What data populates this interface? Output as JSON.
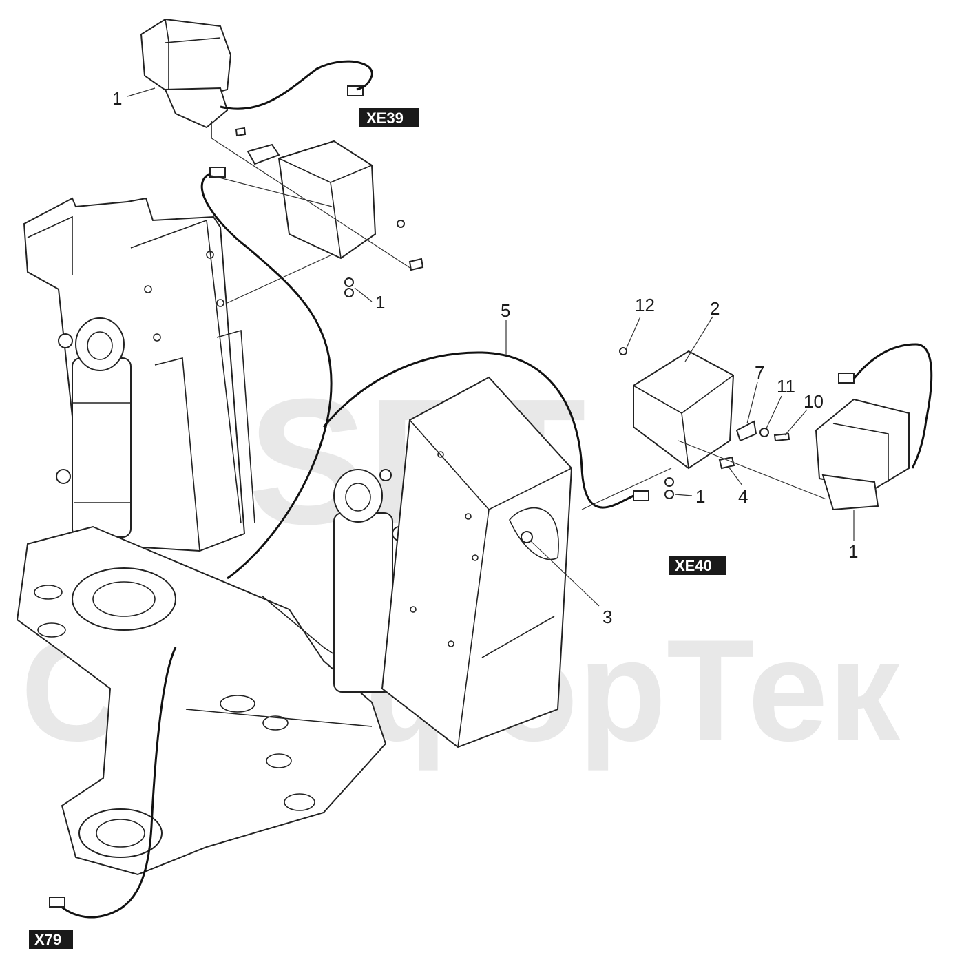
{
  "watermark": {
    "brand": "SFT",
    "company": "СканфорТек"
  },
  "connectors": {
    "xe39": "XE39",
    "xe40": "XE40",
    "x79": "X79"
  },
  "callouts": {
    "c1_top_lamp": "1",
    "c1_top_nut": "1",
    "c12": "12",
    "c2": "2",
    "c7": "7",
    "c11": "11",
    "c10": "10",
    "c5": "5",
    "c1_right_nut": "1",
    "c4": "4",
    "c1_right_lamp": "1",
    "c3": "3"
  },
  "colors": {
    "tag_background": "#1a1a1a",
    "watermark": "#e8e8e8"
  }
}
